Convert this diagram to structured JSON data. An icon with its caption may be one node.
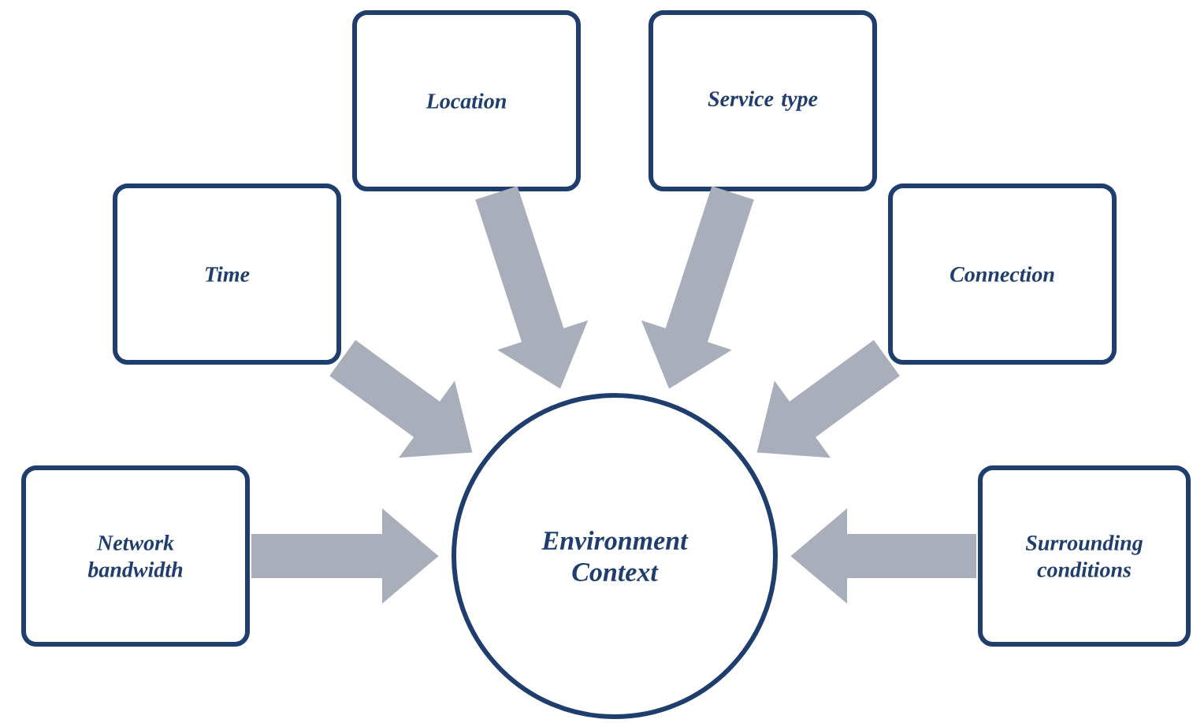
{
  "diagram": {
    "nodes": [
      {
        "text": [
          "Location"
        ]
      },
      {
        "text": [
          "Service type"
        ]
      },
      {
        "text": [
          "Time"
        ]
      },
      {
        "text": [
          "Connection"
        ]
      },
      {
        "text": [
          "Network bandwidth"
        ]
      },
      {
        "text": [
          "Environment Context"
        ]
      },
      {
        "text": [
          "Surrounding conditions"
        ]
      }
    ],
    "edges": [
      {
        "from": 0,
        "to": 5,
        "arrow": "to"
      },
      {
        "from": 1,
        "to": 5,
        "arrow": "to"
      },
      {
        "from": 2,
        "to": 5,
        "arrow": "to"
      },
      {
        "from": 3,
        "to": 5,
        "arrow": "to"
      },
      {
        "from": 4,
        "to": 5,
        "arrow": "to"
      },
      {
        "from": 6,
        "to": 5,
        "arrow": "to"
      }
    ]
  }
}
